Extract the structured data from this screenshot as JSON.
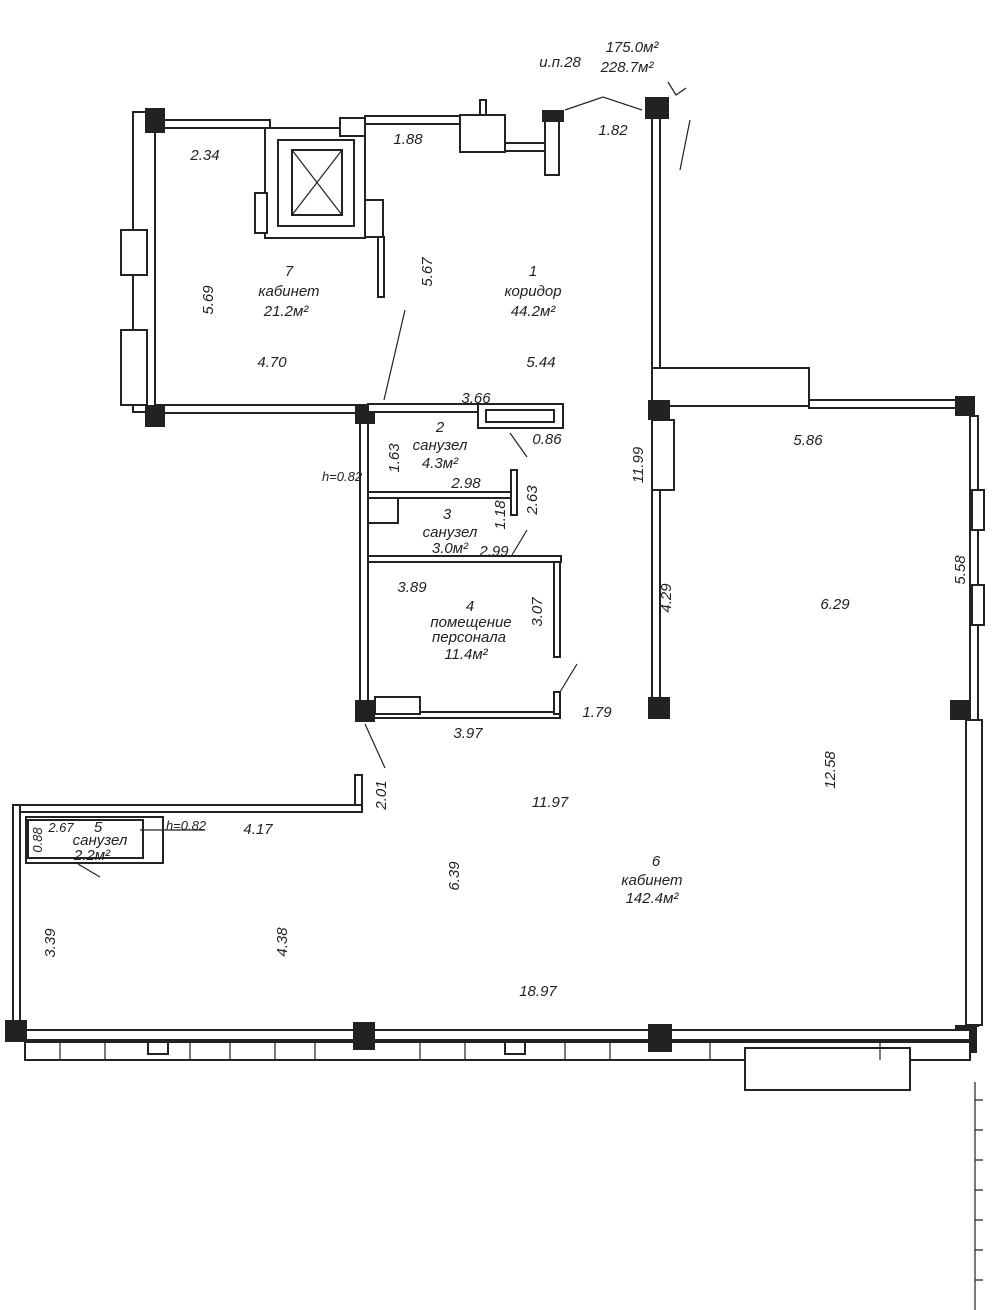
{
  "header": {
    "unit_label": "и.п.28",
    "area_main": "175.0м²",
    "area_total": "228.7м²"
  },
  "rooms": [
    {
      "number": "1",
      "name": "коридор",
      "area": "44.2м²"
    },
    {
      "number": "2",
      "name": "санузел",
      "area": "4.3м²"
    },
    {
      "number": "3",
      "name": "санузел",
      "area": "3.0м²"
    },
    {
      "number": "4",
      "name": "помещение",
      "name2": "персонала",
      "area": "11.4м²"
    },
    {
      "number": "5",
      "name": "санузел",
      "area": "2.2м²"
    },
    {
      "number": "6",
      "name": "кабинет",
      "area": "142.4м²"
    },
    {
      "number": "7",
      "name": "кабинет",
      "area": "21.2м²"
    }
  ],
  "sill_heights": [
    "h=0.82",
    "h=0.82"
  ],
  "dimensions": [
    "2.34",
    "1.88",
    "1.82",
    "5.69",
    "5.67",
    "4.70",
    "5.44",
    "3.66",
    "0.86",
    "1.63",
    "2.98",
    "1.18",
    "2.63",
    "2.99",
    "3.89",
    "3.07",
    "1.79",
    "3.97",
    "2.01",
    "11.97",
    "4.17",
    "2.67",
    "0.88",
    "6.39",
    "3.39",
    "4.38",
    "18.97",
    "5.86",
    "11.99",
    "4.29",
    "6.29",
    "5.58",
    "12.58"
  ]
}
